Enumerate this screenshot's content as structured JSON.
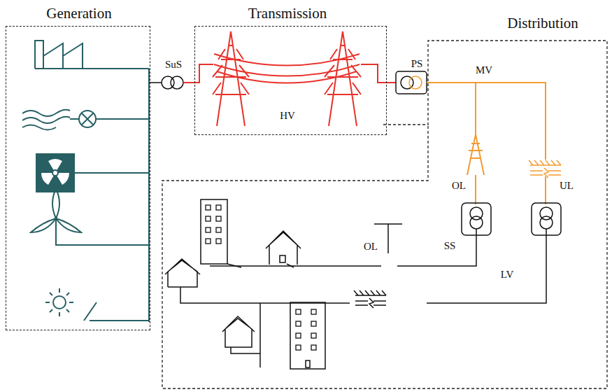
{
  "diagram": {
    "nodes": [
      {
        "text": [
          "Generation"
        ]
      },
      {
        "text": [
          "Transmission",
          "HV"
        ]
      },
      {
        "text": [
          "Distribution"
        ]
      }
    ],
    "labels": [
      "SuS",
      "PS",
      "MV",
      "OL",
      "UL",
      "SS",
      "OL",
      "LV"
    ]
  }
}
